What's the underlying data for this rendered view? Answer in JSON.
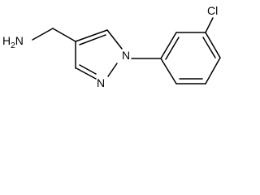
{
  "labels": {
    "amine": {
      "prefix": "H",
      "sub": "2",
      "suffix": "N"
    },
    "ring_n1": "N",
    "ring_n2": "N",
    "chlorine": "Cl"
  }
}
